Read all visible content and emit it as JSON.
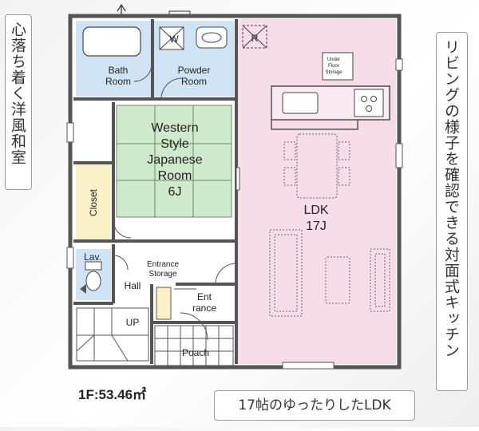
{
  "floor_label": "1F:53.46㎡",
  "callouts": {
    "left": "心落ち着く洋風和室",
    "right": "リビングの様子を確認できる対面式キッチン",
    "bottom": "17帖のゆったりしたLDK"
  },
  "rooms": {
    "bath": [
      "Bath",
      "Room"
    ],
    "powder": [
      "Powder",
      "Room"
    ],
    "western": [
      "Western",
      "Style",
      "Japanese",
      "Room",
      "6J"
    ],
    "closet": "Closet",
    "ldk": [
      "LDK",
      "17J"
    ],
    "lav": "Lav.",
    "hall": "Hall",
    "up": "UP",
    "entrance_storage": [
      "Entrance",
      "Storage"
    ],
    "entrance": [
      "Ent",
      "rance"
    ],
    "poach": "Poach",
    "under_floor": [
      "Under",
      "Floor",
      "Storage"
    ]
  },
  "marks": {
    "w": "W",
    "r": "R"
  },
  "colors": {
    "bath": "#cfe3f4",
    "tatami": "#cfe9cc",
    "ldk": "#f6dde8",
    "closet": "#fbf1c9",
    "wall": "#555555"
  }
}
